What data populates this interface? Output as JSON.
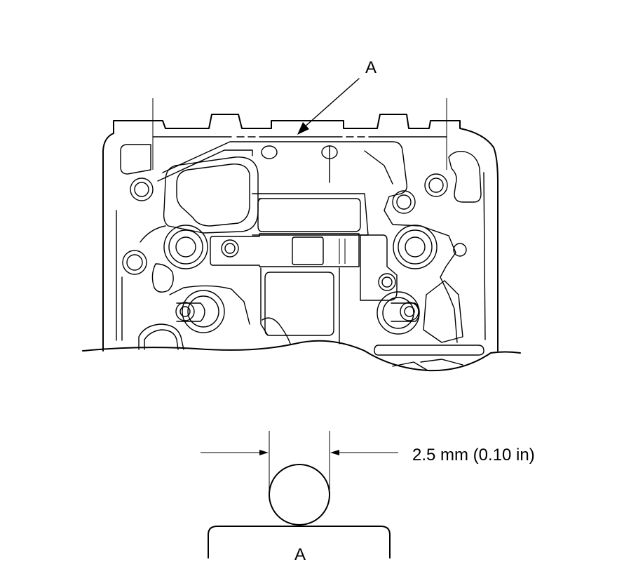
{
  "callout_top": "A",
  "callout_bottom": "A",
  "dimension": "2.5 mm (0.10 in)"
}
